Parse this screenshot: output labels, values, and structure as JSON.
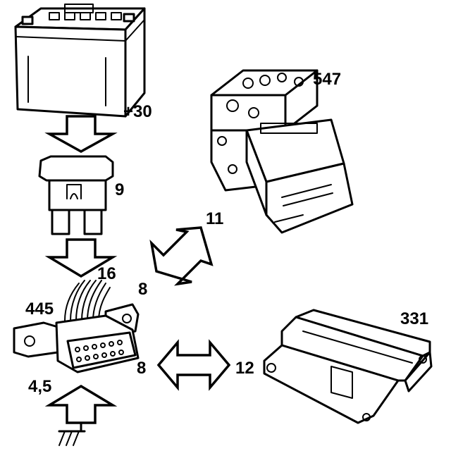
{
  "labels": {
    "battery_terminal": "+30",
    "fuse": "9",
    "abs_unit": "547",
    "abs_wire": "11",
    "connector_wire_a": "16",
    "connector_wire_b": "8",
    "connector": "445",
    "connector_wire_c": "8",
    "airbag_wire": "12",
    "airbag_unit": "331",
    "ground_pins": "4,5"
  },
  "colors": {
    "ink": "#000000",
    "paper": "#ffffff"
  },
  "icons": {
    "battery": "car-battery-icon",
    "fuse": "blade-fuse-icon",
    "abs": "abs-hydraulic-unit-icon",
    "connector": "diagnostic-connector-icon",
    "airbag": "airbag-control-unit-icon",
    "ground": "ground-symbol-icon"
  }
}
